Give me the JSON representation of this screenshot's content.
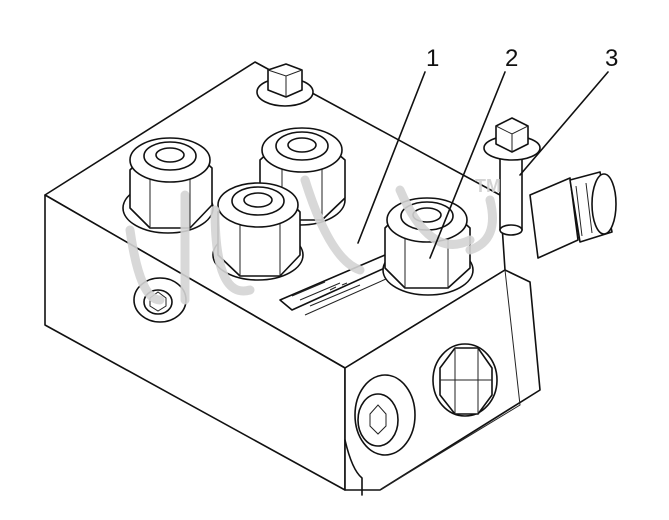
{
  "callouts": [
    {
      "number": "1"
    },
    {
      "number": "2"
    },
    {
      "number": "3"
    }
  ],
  "watermark": {
    "mark": "TM"
  },
  "colors": {
    "line": "#111111",
    "background": "#ffffff",
    "watermark": "#d4d4d4"
  }
}
